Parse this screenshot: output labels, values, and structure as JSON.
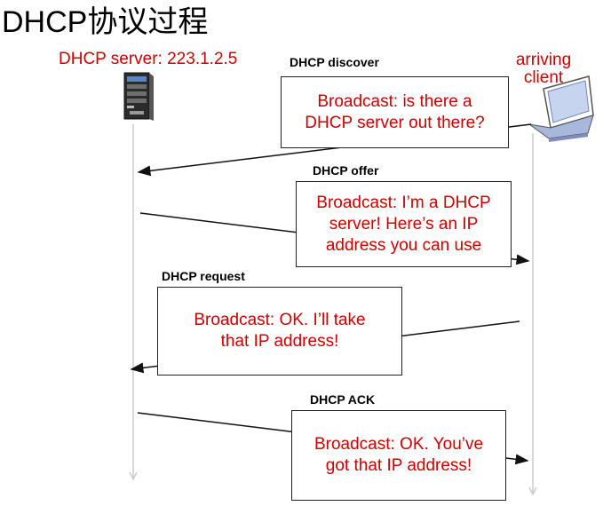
{
  "title": "DHCP协议过程",
  "server_label": "DHCP server: 223.1.2.5",
  "client_label": "arriving client",
  "messages": [
    {
      "name": "DHCP discover",
      "text": [
        "Broadcast: is there a",
        "DHCP server out there?"
      ],
      "direction": "client-to-server"
    },
    {
      "name": "DHCP offer",
      "text": [
        "Broadcast: I’m a DHCP",
        "server! Here’s an IP",
        "address you can use"
      ],
      "direction": "server-to-client"
    },
    {
      "name": "DHCP request",
      "text": [
        "Broadcast: OK.  I’ll take",
        "that IP address!"
      ],
      "direction": "client-to-server"
    },
    {
      "name": "DHCP ACK",
      "text": [
        "Broadcast: OK.  You’ve",
        "got that IP address!"
      ],
      "direction": "server-to-client"
    }
  ],
  "colors": {
    "accent": "#cc0000",
    "line": "#111111",
    "timeline": "#cccccc"
  },
  "icons": {
    "server": "server-tower-icon",
    "client": "laptop-icon"
  }
}
